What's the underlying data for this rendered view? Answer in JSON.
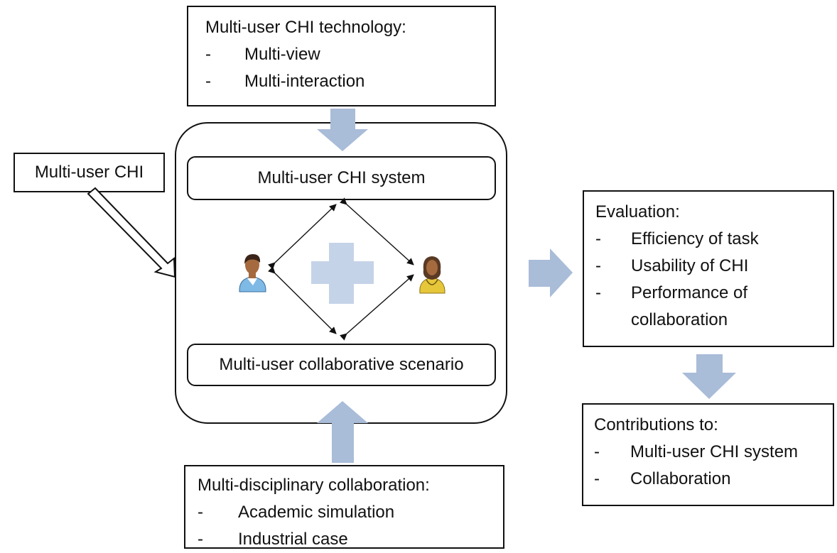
{
  "technology_box": {
    "title": "Multi-user CHI technology:",
    "items": [
      {
        "dash": "-",
        "text": "Multi-view"
      },
      {
        "dash": "-",
        "text": "Multi-interaction"
      }
    ]
  },
  "side_label": "Multi-user CHI",
  "system_box": "Multi-user CHI system",
  "scenario_box": "Multi-user collaborative scenario",
  "discipline_box": {
    "title": "Multi-disciplinary collaboration:",
    "items": [
      {
        "dash": "-",
        "text": "Academic simulation"
      },
      {
        "dash": "-",
        "text": "Industrial case"
      }
    ]
  },
  "evaluation_box": {
    "title": "Evaluation:",
    "items": [
      {
        "dash": "-",
        "text": "Efficiency of task"
      },
      {
        "dash": "-",
        "text": "Usability of CHI"
      },
      {
        "dash": "-",
        "text": "Performance of"
      },
      {
        "dash": "",
        "text": "collaboration"
      }
    ]
  },
  "contributions_box": {
    "title": "Contributions to:",
    "items": [
      {
        "dash": "-",
        "text": "Multi-user CHI system"
      },
      {
        "dash": "-",
        "text": "Collaboration"
      }
    ]
  },
  "colors": {
    "block_arrow": "#a9bcd8",
    "plus": "#c5d3e8",
    "line": "#111111",
    "user_male_shirt": "#7fb9e6",
    "user_female_shirt": "#e7c73a",
    "skin": "#a56a3e",
    "hair": "#3b2418"
  },
  "icons": {
    "user_left": "male-user-icon",
    "user_right": "female-user-icon",
    "center": "plus-icon"
  }
}
